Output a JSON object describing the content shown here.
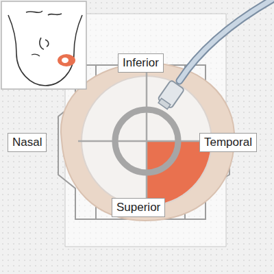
{
  "diagram": {
    "nodes": [
      {
        "text": [
          "Inferior"
        ]
      },
      {
        "text": [
          "Nasal"
        ]
      },
      {
        "text": [
          "Temporal"
        ]
      },
      {
        "text": [
          "Superior"
        ]
      }
    ]
  }
}
